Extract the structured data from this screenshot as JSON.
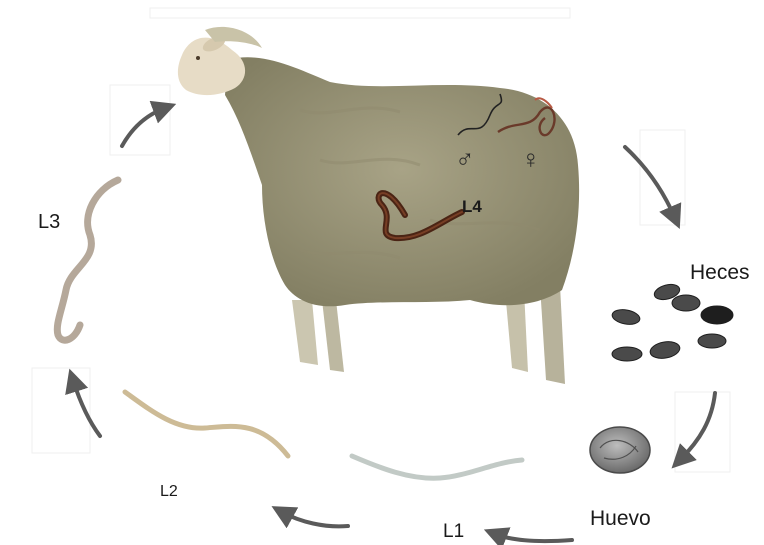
{
  "labels": {
    "heces": "Heces",
    "huevo": "Huevo",
    "l1": "L1",
    "l2": "L2",
    "l3": "L3",
    "l4": "L4",
    "male_symbol": "♂",
    "female_symbol": "♀"
  },
  "colors": {
    "sheep_wool": "#9e9a7c",
    "sheep_shadow": "#7f7b60",
    "arrow": "#5a5a5a",
    "worm_l4": "#4a2414",
    "larva_l3": "#b5a89a",
    "larva_l2": "#cdbb96",
    "larva_l1": "#c2cac6",
    "egg": "#8c8c8c",
    "feces": "#3c3c3c"
  }
}
